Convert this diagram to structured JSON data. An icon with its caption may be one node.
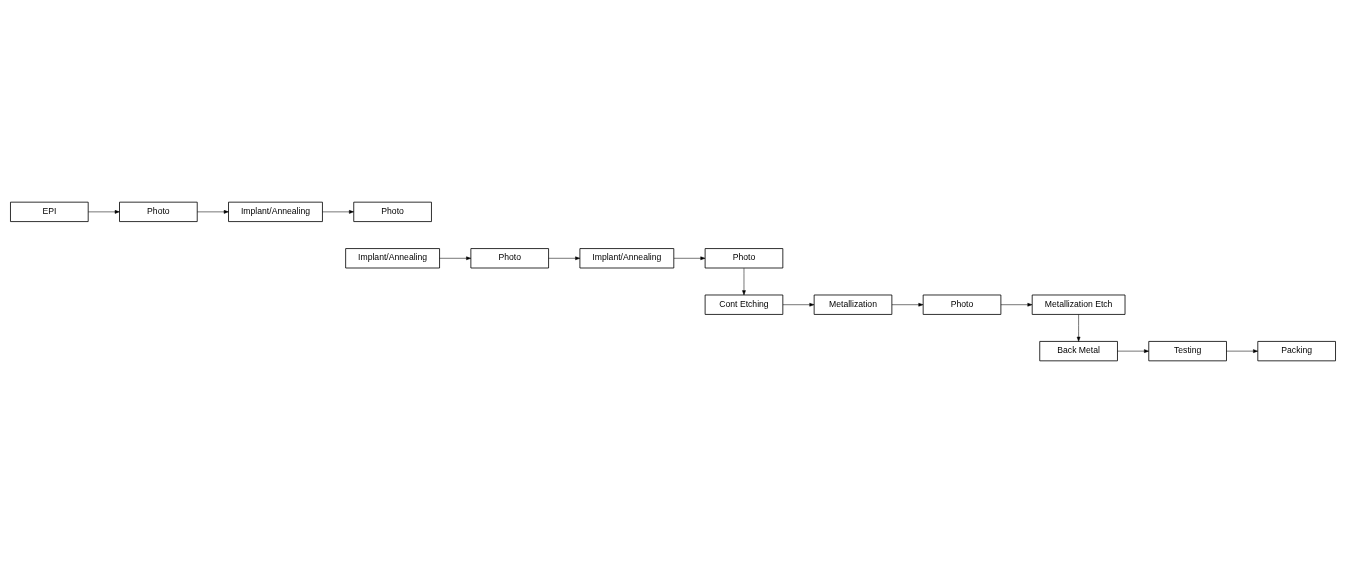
{
  "diagram": {
    "nodes": [
      {
        "text": [
          "EPI"
        ]
      },
      {
        "text": [
          "Photo"
        ]
      },
      {
        "text": [
          "Implant/Annealing"
        ]
      },
      {
        "text": [
          "Photo"
        ]
      },
      {
        "text": [
          "Photo"
        ]
      },
      {
        "text": [
          "Implant/Annealing"
        ]
      },
      {
        "text": [
          "Photo"
        ]
      },
      {
        "text": [
          "Implant/Annealing"
        ]
      },
      {
        "text": [
          "Cont Etching"
        ]
      },
      {
        "text": [
          "Metallization"
        ]
      },
      {
        "text": [
          "Photo"
        ]
      },
      {
        "text": [
          "Metallization Etch"
        ]
      },
      {
        "text": [
          "Packing"
        ]
      },
      {
        "text": [
          "Testing"
        ]
      },
      {
        "text": [
          "Back Metal"
        ]
      }
    ],
    "edges": [
      {
        "from": 0,
        "to": 1,
        "arrow": "to"
      },
      {
        "from": 1,
        "to": 2,
        "arrow": "to"
      },
      {
        "from": 2,
        "to": 3,
        "arrow": "to"
      },
      {
        "from": 7,
        "to": 6,
        "arrow": "to"
      },
      {
        "from": 6,
        "to": 5,
        "arrow": "to"
      },
      {
        "from": 5,
        "to": 4,
        "arrow": "to"
      },
      {
        "from": 4,
        "to": 8,
        "arrow": "to"
      },
      {
        "from": 8,
        "to": 9,
        "arrow": "to"
      },
      {
        "from": 9,
        "to": 10,
        "arrow": "to"
      },
      {
        "from": 10,
        "to": 11,
        "arrow": "to"
      },
      {
        "from": 11,
        "to": 14,
        "arrow": "to"
      },
      {
        "from": 14,
        "to": 13,
        "arrow": "to"
      },
      {
        "from": 13,
        "to": 12,
        "arrow": "to"
      }
    ]
  }
}
